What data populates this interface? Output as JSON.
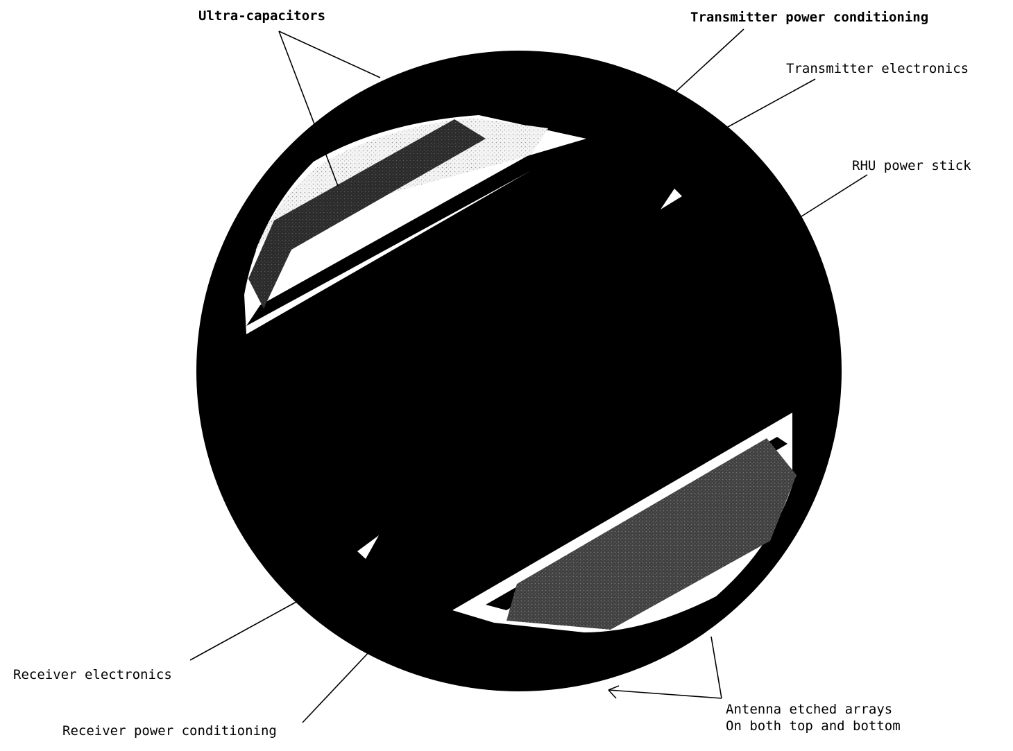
{
  "diagram": {
    "labels": {
      "ultra_capacitors": "Ultra-capacitors",
      "transmitter_power_conditioning": "Transmitter power conditioning",
      "transmitter_electronics": "Transmitter electronics",
      "rhu_power_stick": "RHU power stick",
      "receiver_electronics": "Receiver electronics",
      "receiver_power_conditioning": "Receiver power conditioning",
      "antenna_line_1": "Antenna etched arrays",
      "antenna_line_2": "On both top and bottom"
    },
    "colors": {
      "body": "#000000",
      "panel": "#ffffff",
      "speckle": "#e6e6e6",
      "module_dark": "#2a2a2a",
      "module_mid": "#555555",
      "line": "#000000"
    }
  }
}
